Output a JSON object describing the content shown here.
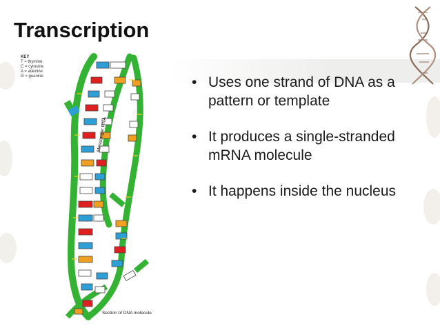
{
  "slide": {
    "title": "Transcription",
    "bullets": [
      "Uses one strand of DNA as a pattern or template",
      "It produces a single-stranded mRNA molecule",
      "It happens inside the nucleus"
    ]
  },
  "diagram": {
    "key_title": "KEY",
    "key_items": [
      "T = thymine",
      "C = cytosine",
      "A = adenine",
      "G = guanine"
    ],
    "mrna_label": "Messenger RNA",
    "caption": "Section of DNA molecule",
    "colors": {
      "backbone": "#34b233",
      "adenine": "#2e9fd6",
      "guanine": "#e02020",
      "cytosine": "#f0a020",
      "thymine": "#ffffff"
    }
  }
}
